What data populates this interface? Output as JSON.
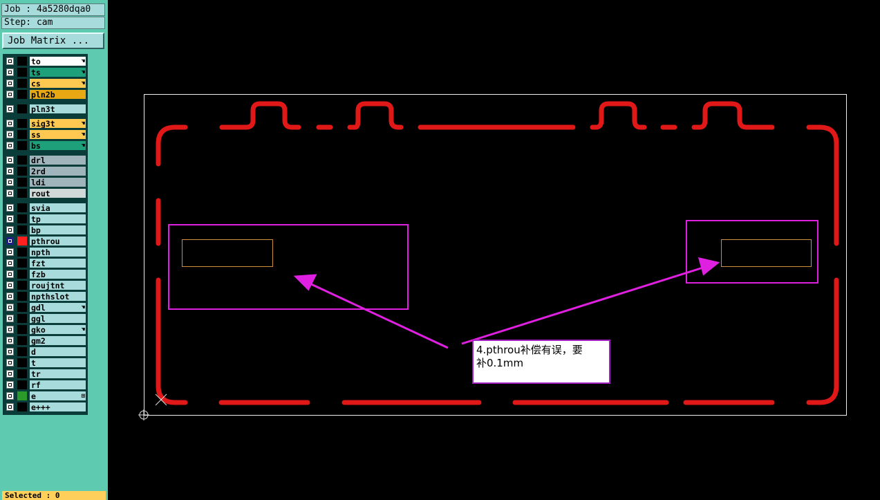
{
  "job_label": "Job : 4a5280dqa0",
  "step_label": "Step: cam",
  "job_matrix_button": "Job Matrix ...",
  "colors": {
    "sidebar_bg": "#5ecbb0",
    "profile_red": "#e01818",
    "annotation_magenta": "#e020e0",
    "slot_orange": "#d09040"
  },
  "layers": [
    {
      "name": "to",
      "color": "#ffffff",
      "flag": "☚"
    },
    {
      "name": "ts",
      "color": "#1ea07a",
      "flag": "☚"
    },
    {
      "name": "cs",
      "color": "#ffc850",
      "flag": "☚"
    },
    {
      "name": "pln2b",
      "color": "#e8a814",
      "flag": ""
    },
    {
      "name": "pln3t",
      "color": "#a8dcdc",
      "flag": ""
    },
    {
      "name": "sig3t",
      "color": "#ffc850",
      "flag": "☚"
    },
    {
      "name": "ss",
      "color": "#ffc850",
      "flag": "☚"
    },
    {
      "name": "bs",
      "color": "#1ea07a",
      "flag": "☚"
    },
    {
      "name": "drl",
      "color": "#a0b4bc",
      "flag": ""
    },
    {
      "name": "2rd",
      "color": "#a0b4bc",
      "flag": ""
    },
    {
      "name": "ldi",
      "color": "#a0b4bc",
      "flag": ""
    },
    {
      "name": "rout",
      "color": "#d0d8d8",
      "flag": ""
    },
    {
      "name": "svia",
      "color": "#a8dcdc",
      "flag": ""
    },
    {
      "name": "tp",
      "color": "#a8dcdc",
      "flag": ""
    },
    {
      "name": "bp",
      "color": "#a8dcdc",
      "flag": ""
    },
    {
      "name": "pthrou",
      "color": "#a8dcdc",
      "flag": "",
      "active": true,
      "swatch": "#ff2020"
    },
    {
      "name": "npth",
      "color": "#a8dcdc",
      "flag": ""
    },
    {
      "name": "fzt",
      "color": "#a8dcdc",
      "flag": ""
    },
    {
      "name": "fzb",
      "color": "#a8dcdc",
      "flag": ""
    },
    {
      "name": "roujtnt",
      "color": "#a8dcdc",
      "flag": ""
    },
    {
      "name": "npthslot",
      "color": "#a8dcdc",
      "flag": ""
    },
    {
      "name": "gdl",
      "color": "#a8dcdc",
      "flag": "☚"
    },
    {
      "name": "ggl",
      "color": "#a8dcdc",
      "flag": ""
    },
    {
      "name": "gko",
      "color": "#a8dcdc",
      "flag": "☚"
    },
    {
      "name": "gm2",
      "color": "#a8dcdc",
      "flag": ""
    },
    {
      "name": "d",
      "color": "#a8dcdc",
      "flag": ""
    },
    {
      "name": "t",
      "color": "#a8dcdc",
      "flag": ""
    },
    {
      "name": "tr",
      "color": "#a8dcdc",
      "flag": ""
    },
    {
      "name": "rf",
      "color": "#a8dcdc",
      "flag": ""
    },
    {
      "name": "e",
      "color": "#a8dcdc",
      "flag": "⊞",
      "swatch": "#2a9a2a"
    },
    {
      "name": "e+++",
      "color": "#a8dcdc",
      "flag": ""
    }
  ],
  "status": "Selected : 0",
  "annotation": {
    "line1": "4.pthrou补偿有误，要",
    "line2": "补0.1mm"
  }
}
